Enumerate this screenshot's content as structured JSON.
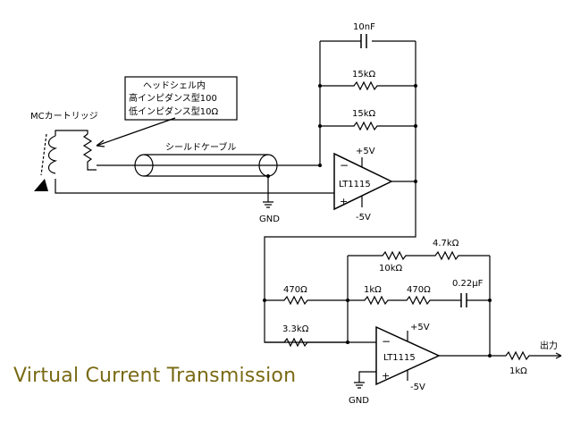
{
  "caption": "Virtual Current Transmission",
  "labels": {
    "cap_feedback": "10nF",
    "r_fb1": "15kΩ",
    "r_fb2": "15kΩ",
    "v_plus1": "+5V",
    "v_minus1": "-5V",
    "opamp1": "LT1115",
    "gnd1": "GND",
    "cable": "シールドケーブル",
    "cartridge": "MCカートリッジ",
    "headshell_line1": "ヘッドシェル内",
    "headshell_line2": "高インピダンス型100",
    "headshell_line3": "低インピダンス型10Ω",
    "r_10k": "10kΩ",
    "r_4k7": "4.7kΩ",
    "r_470a": "470Ω",
    "r_1k": "1kΩ",
    "r_470b": "470Ω",
    "cap_022": "0.22μF",
    "r_3k3": "3.3kΩ",
    "v_plus2": "+5V",
    "v_minus2": "-5V",
    "opamp2": "LT1115",
    "gnd2": "GND",
    "r_out": "1kΩ",
    "output": "出力"
  }
}
